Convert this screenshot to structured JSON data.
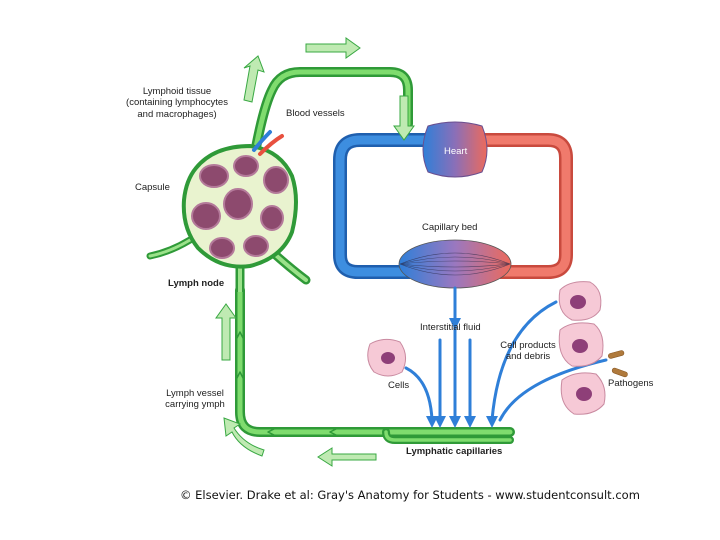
{
  "labels": {
    "lymphoid_tissue": "Lymphoid tissue\n(containing lymphocytes\nand macrophages)",
    "blood_vessels": "Blood vessels",
    "capsule": "Capsule",
    "lymph_node": "Lymph node",
    "heart": "Heart",
    "capillary_bed": "Capillary bed",
    "interstitial_fluid": "Interstitial fluid",
    "cell_products": "Cell products\nand debris",
    "cells": "Cells",
    "pathogens": "Pathogens",
    "lymph_vessel": "Lymph vessel\ncarrying ymph",
    "lymphatic_capillaries": "Lymphatic capillaries"
  },
  "credit": "© Elsevier. Drake et al: Gray's Anatomy for Students - www.studentconsult.com",
  "colors": {
    "lymph_green": "#3fbf4a",
    "lymph_light": "#b9e6a8",
    "vein_blue": "#2f7fd8",
    "artery_red": "#ec6a5c",
    "node_tissue": "#8d4a6e",
    "cell_pink": "#f6c9d6",
    "nucleus": "#8e3f78",
    "pathogen": "#b07a3c"
  }
}
